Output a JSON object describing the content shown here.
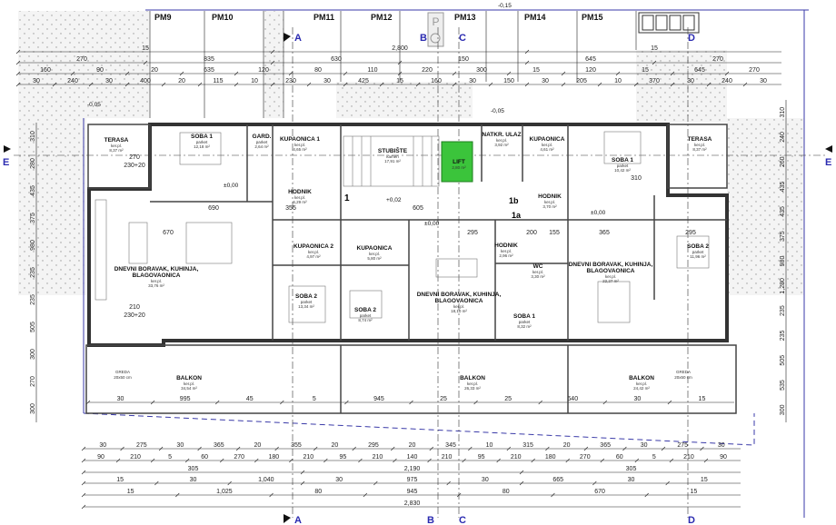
{
  "parking": [
    "PM9",
    "PM10",
    "PM11",
    "PM12",
    "PM13",
    "PM14",
    "PM15"
  ],
  "sections": {
    "a": "A",
    "b": "B",
    "c": "C",
    "d": "D",
    "e": "E"
  },
  "parking_sign": "P",
  "levels": {
    "top": "-0,15",
    "left": "-0,05",
    "entry": "-0,05",
    "zero1": "±0,00",
    "zero2": "±0,00",
    "zero3": "±0,00",
    "stair": "+0,02",
    "marker1": "1",
    "marker1a": "1a",
    "marker1b": "1b"
  },
  "rooms": [
    {
      "name": "TERASA",
      "finish": "ker.pl.",
      "area": "8,37 m²"
    },
    {
      "name": "SOBA 1",
      "finish": "parket",
      "area": "12,18 m²"
    },
    {
      "name": "GARD.",
      "finish": "parket",
      "area": "2,64 m²"
    },
    {
      "name": "KUPAONICA 1",
      "finish": "ker.pl.",
      "area": "4,65 m²"
    },
    {
      "name": "STUBIŠTE",
      "finish": "kamen",
      "area": "17,91 m²"
    },
    {
      "name": "LIFT",
      "finish": "",
      "area": "2,80 m²"
    },
    {
      "name": "NATKR. ULAZ",
      "finish": "ker.pl.",
      "area": "3,92 m²"
    },
    {
      "name": "KUPAONICA",
      "finish": "ker.pl.",
      "area": "4,61 m²"
    },
    {
      "name": "SOBA 1",
      "finish": "parket",
      "area": "10,42 m²"
    },
    {
      "name": "TERASA",
      "finish": "ker.pl.",
      "area": "8,37 m²"
    },
    {
      "name": "HODNIK",
      "finish": "ker.pl.",
      "area": "6,29 m²"
    },
    {
      "name": "HODNIK",
      "finish": "ker.pl.",
      "area": "3,70 m²"
    },
    {
      "name": "DNEVNI BORAVAK, KUHINJA, BLAGOVAONICA",
      "finish": "ker.pl.",
      "area": "33,76 m²"
    },
    {
      "name": "KUPAONICA 2",
      "finish": "ker.pl.",
      "area": "4,97 m²"
    },
    {
      "name": "KUPAONICA",
      "finish": "ker.pl.",
      "area": "5,80 m²"
    },
    {
      "name": "SOBA 2",
      "finish": "parket",
      "area": "13,34 m²"
    },
    {
      "name": "SOBA 2",
      "finish": "parket",
      "area": "8,74 m²"
    },
    {
      "name": "DNEVNI BORAVAK, KUHINJA, BLAGOVAONICA",
      "finish": "ker.pl.",
      "area": "18,10 m²"
    },
    {
      "name": "HODNIK",
      "finish": "ker.pl.",
      "area": "2,96 m²"
    },
    {
      "name": "WC",
      "finish": "ker.pl.",
      "area": "3,30 m²"
    },
    {
      "name": "SOBA 1",
      "finish": "parket",
      "area": "8,32 m²"
    },
    {
      "name": "DNEVNI BORAVAK, KUHINJA, BLAGOVAONICA",
      "finish": "ker.pl.",
      "area": "22,27 m²"
    },
    {
      "name": "SOBA 2",
      "finish": "parket",
      "area": "11,96 m²"
    },
    {
      "name": "BALKON",
      "finish": "ker.pl.",
      "area": "34,54 m²"
    },
    {
      "name": "BALKON",
      "finish": "ker.pl.",
      "area": "26,33 m²"
    },
    {
      "name": "BALKON",
      "finish": "ker.pl.",
      "area": "24,42 m²"
    }
  ],
  "greda": {
    "label": "GREDA",
    "size": "20x50 cm"
  },
  "dims_top": [
    [
      "15",
      "2,800",
      "15"
    ],
    [
      "270",
      "835",
      "630",
      "150",
      "645",
      "270"
    ],
    [
      "160",
      "90",
      "20",
      "635",
      "120",
      "80",
      "110",
      "220",
      "300",
      "15",
      "120",
      "15",
      "645",
      "270"
    ],
    [
      "30",
      "240",
      "30",
      "400",
      "20",
      "115",
      "10",
      "230",
      "30",
      "425",
      "15",
      "160",
      "30",
      "150",
      "30",
      "205",
      "10",
      "370",
      "30",
      "240",
      "30"
    ]
  ],
  "dims_bottom": [
    [
      "30",
      "275",
      "30",
      "365",
      "20",
      "355",
      "20",
      "295",
      "20",
      "345",
      "10",
      "315",
      "20",
      "365",
      "30",
      "275",
      "30"
    ],
    [
      "90",
      "210",
      "5",
      "60",
      "270",
      "180",
      "210",
      "95",
      "210",
      "140",
      "210",
      "95",
      "210",
      "180",
      "270",
      "60",
      "5",
      "210",
      "90"
    ],
    [
      "305",
      "2,190",
      "305"
    ],
    [
      "15",
      "30",
      "1,040",
      "30",
      "975",
      "30",
      "665",
      "30",
      "15"
    ],
    [
      "15",
      "1,025",
      "80",
      "945",
      "80",
      "670",
      "15"
    ],
    [
      "2,830"
    ]
  ],
  "dims_balcony": [
    "30",
    "995",
    "45",
    "5",
    "945",
    "25",
    "25",
    "640",
    "30",
    "15"
  ],
  "dims_interior": [
    "690",
    "670",
    "355",
    "605",
    "295",
    "200",
    "155",
    "365",
    "295",
    "310",
    "270",
    "230+20",
    "210",
    "230+20"
  ],
  "dims_left": [
    "310",
    "280",
    "435",
    "375",
    "980",
    "235",
    "235",
    "505",
    "300",
    "270",
    "300"
  ],
  "dims_right": [
    "310",
    "240",
    "260",
    "435",
    "435",
    "375",
    "980",
    "1,280",
    "235",
    "235",
    "505",
    "535",
    "300"
  ]
}
